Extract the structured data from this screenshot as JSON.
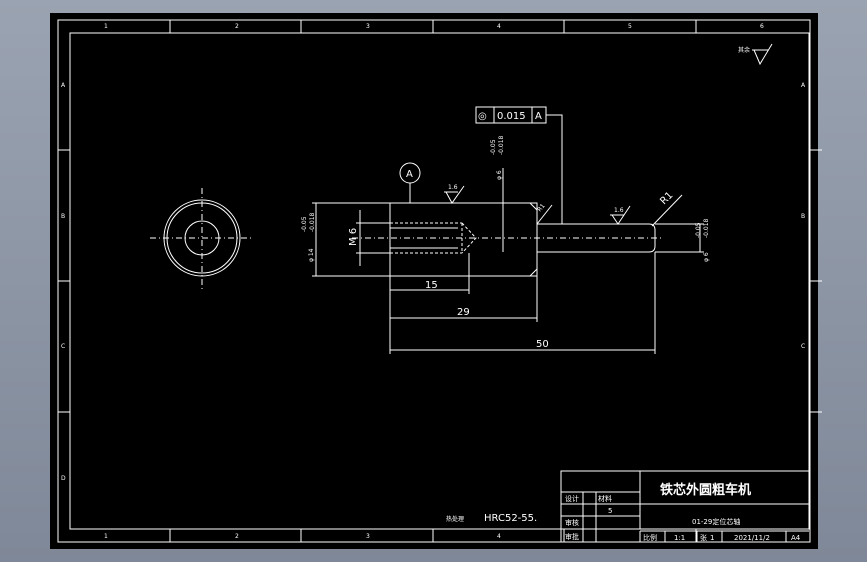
{
  "grid": {
    "columns": [
      "1",
      "2",
      "3",
      "4",
      "5",
      "6"
    ],
    "rows": [
      "A",
      "B",
      "C",
      "D"
    ]
  },
  "corner_symbol": {
    "label": "其余",
    "icon": "roughness-symbol-icon"
  },
  "geometric_tolerance": {
    "symbol": "◎",
    "value": "0.015",
    "datum": "A"
  },
  "datum_marker": "A",
  "dimensions": {
    "outer_diameter": "φ 14",
    "outer_diameter_tol_upper": "-0.05",
    "outer_diameter_tol_lower": "-0.018",
    "thread": "M 6",
    "mid_diameter": "φ 6",
    "mid_diameter_tol_upper": "-0.05",
    "mid_diameter_tol_lower": "-0.018",
    "end_diameter": "φ 6",
    "end_diameter_tol_upper": "-0.05",
    "end_diameter_tol_lower": "-0.018",
    "length_15": "15",
    "length_29": "29",
    "length_50": "50",
    "radius_1": "R1",
    "radius_2": "R1",
    "roughness_1": "1.6",
    "roughness_2": "1.6"
  },
  "note": {
    "label": "热处理",
    "value": "HRC52-55."
  },
  "title_block": {
    "project_title": "铁芯外圆粗车机",
    "drawing_name": "01-29定位芯轴",
    "design_label": "设计",
    "material_label": "材料",
    "quantity": "5",
    "check_label": "审核",
    "approve_label": "审批",
    "scale_label": "比例",
    "scale_value": "1:1",
    "sheet_label": "张",
    "sheet_value": "1",
    "date": "2021/11/2",
    "size": "A4"
  }
}
